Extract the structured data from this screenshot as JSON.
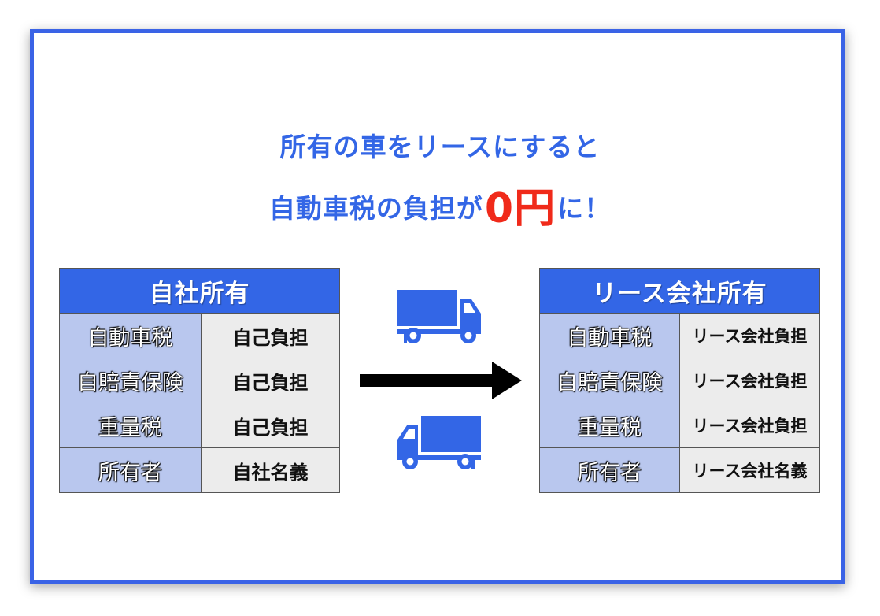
{
  "headline": {
    "line1": "所有の車をリースにすると",
    "line2_prefix": "自動車税の負担が",
    "line2_highlight": "0円",
    "line2_suffix": "に！"
  },
  "left_table": {
    "title": "自社所有",
    "rows": [
      {
        "label": "自動車税",
        "value": "自己負担"
      },
      {
        "label": "自賠責保険",
        "value": "自己負担"
      },
      {
        "label": "重量税",
        "value": "自己負担"
      },
      {
        "label": "所有者",
        "value": "自社名義"
      }
    ]
  },
  "right_table": {
    "title": "リース会社所有",
    "rows": [
      {
        "label": "自動車税",
        "value": "リース会社負担"
      },
      {
        "label": "自賠責保険",
        "value": "リース会社負担"
      },
      {
        "label": "重量税",
        "value": "リース会社負担"
      },
      {
        "label": "所有者",
        "value": "リース会社名義"
      }
    ]
  },
  "icons": {
    "truck_top": "truck-icon",
    "truck_bottom": "truck-icon",
    "arrow": "arrow-right-icon"
  },
  "colors": {
    "accent_blue": "#3366e6",
    "highlight_red": "#f02a1a",
    "label_cell": "#b9c7ee",
    "value_cell": "#ececec"
  }
}
